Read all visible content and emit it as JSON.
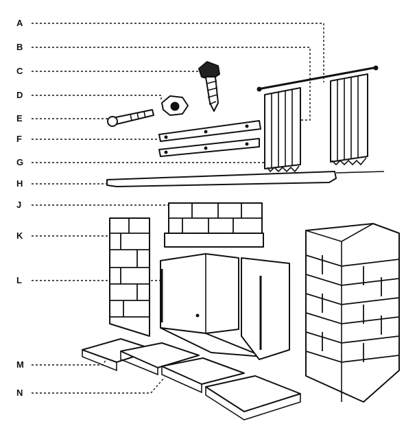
{
  "callouts": {
    "A": "A",
    "B": "B",
    "C": "C",
    "D": "D",
    "E": "E",
    "F": "F",
    "G": "G",
    "H": "H",
    "J": "J",
    "K": "K",
    "L": "L",
    "M": "M",
    "N": "N"
  }
}
